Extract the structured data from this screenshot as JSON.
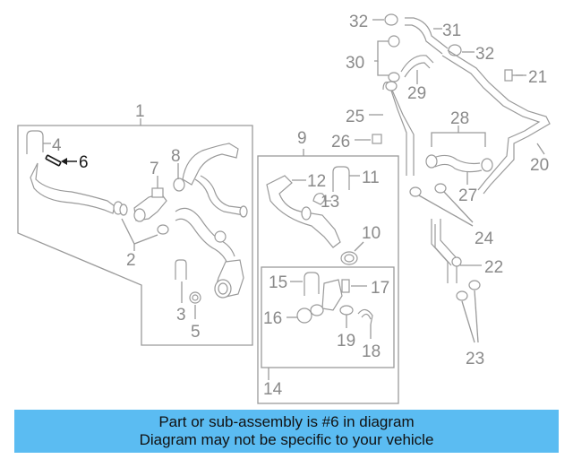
{
  "banner": {
    "line1": "Part or sub-assembly is #6 in diagram",
    "line2": "Diagram may not be specific to your vehicle"
  },
  "highlight_color": "#1a1a1a",
  "banner_color": "#5bbcf2",
  "callouts": {
    "c1": "1",
    "c2": "2",
    "c3": "3",
    "c4": "4",
    "c5": "5",
    "c6": "6",
    "c7": "7",
    "c8": "8",
    "c9": "9",
    "c10": "10",
    "c11": "11",
    "c12": "12",
    "c13": "13",
    "c14": "14",
    "c15": "15",
    "c16": "16",
    "c17": "17",
    "c18": "18",
    "c19": "19",
    "c20": "20",
    "c21": "21",
    "c22": "22",
    "c23": "23",
    "c24": "24",
    "c25": "25",
    "c26": "26",
    "c27": "27",
    "c28": "28",
    "c29": "29",
    "c30": "30",
    "c31": "31",
    "c32a": "32",
    "c32b": "32"
  }
}
